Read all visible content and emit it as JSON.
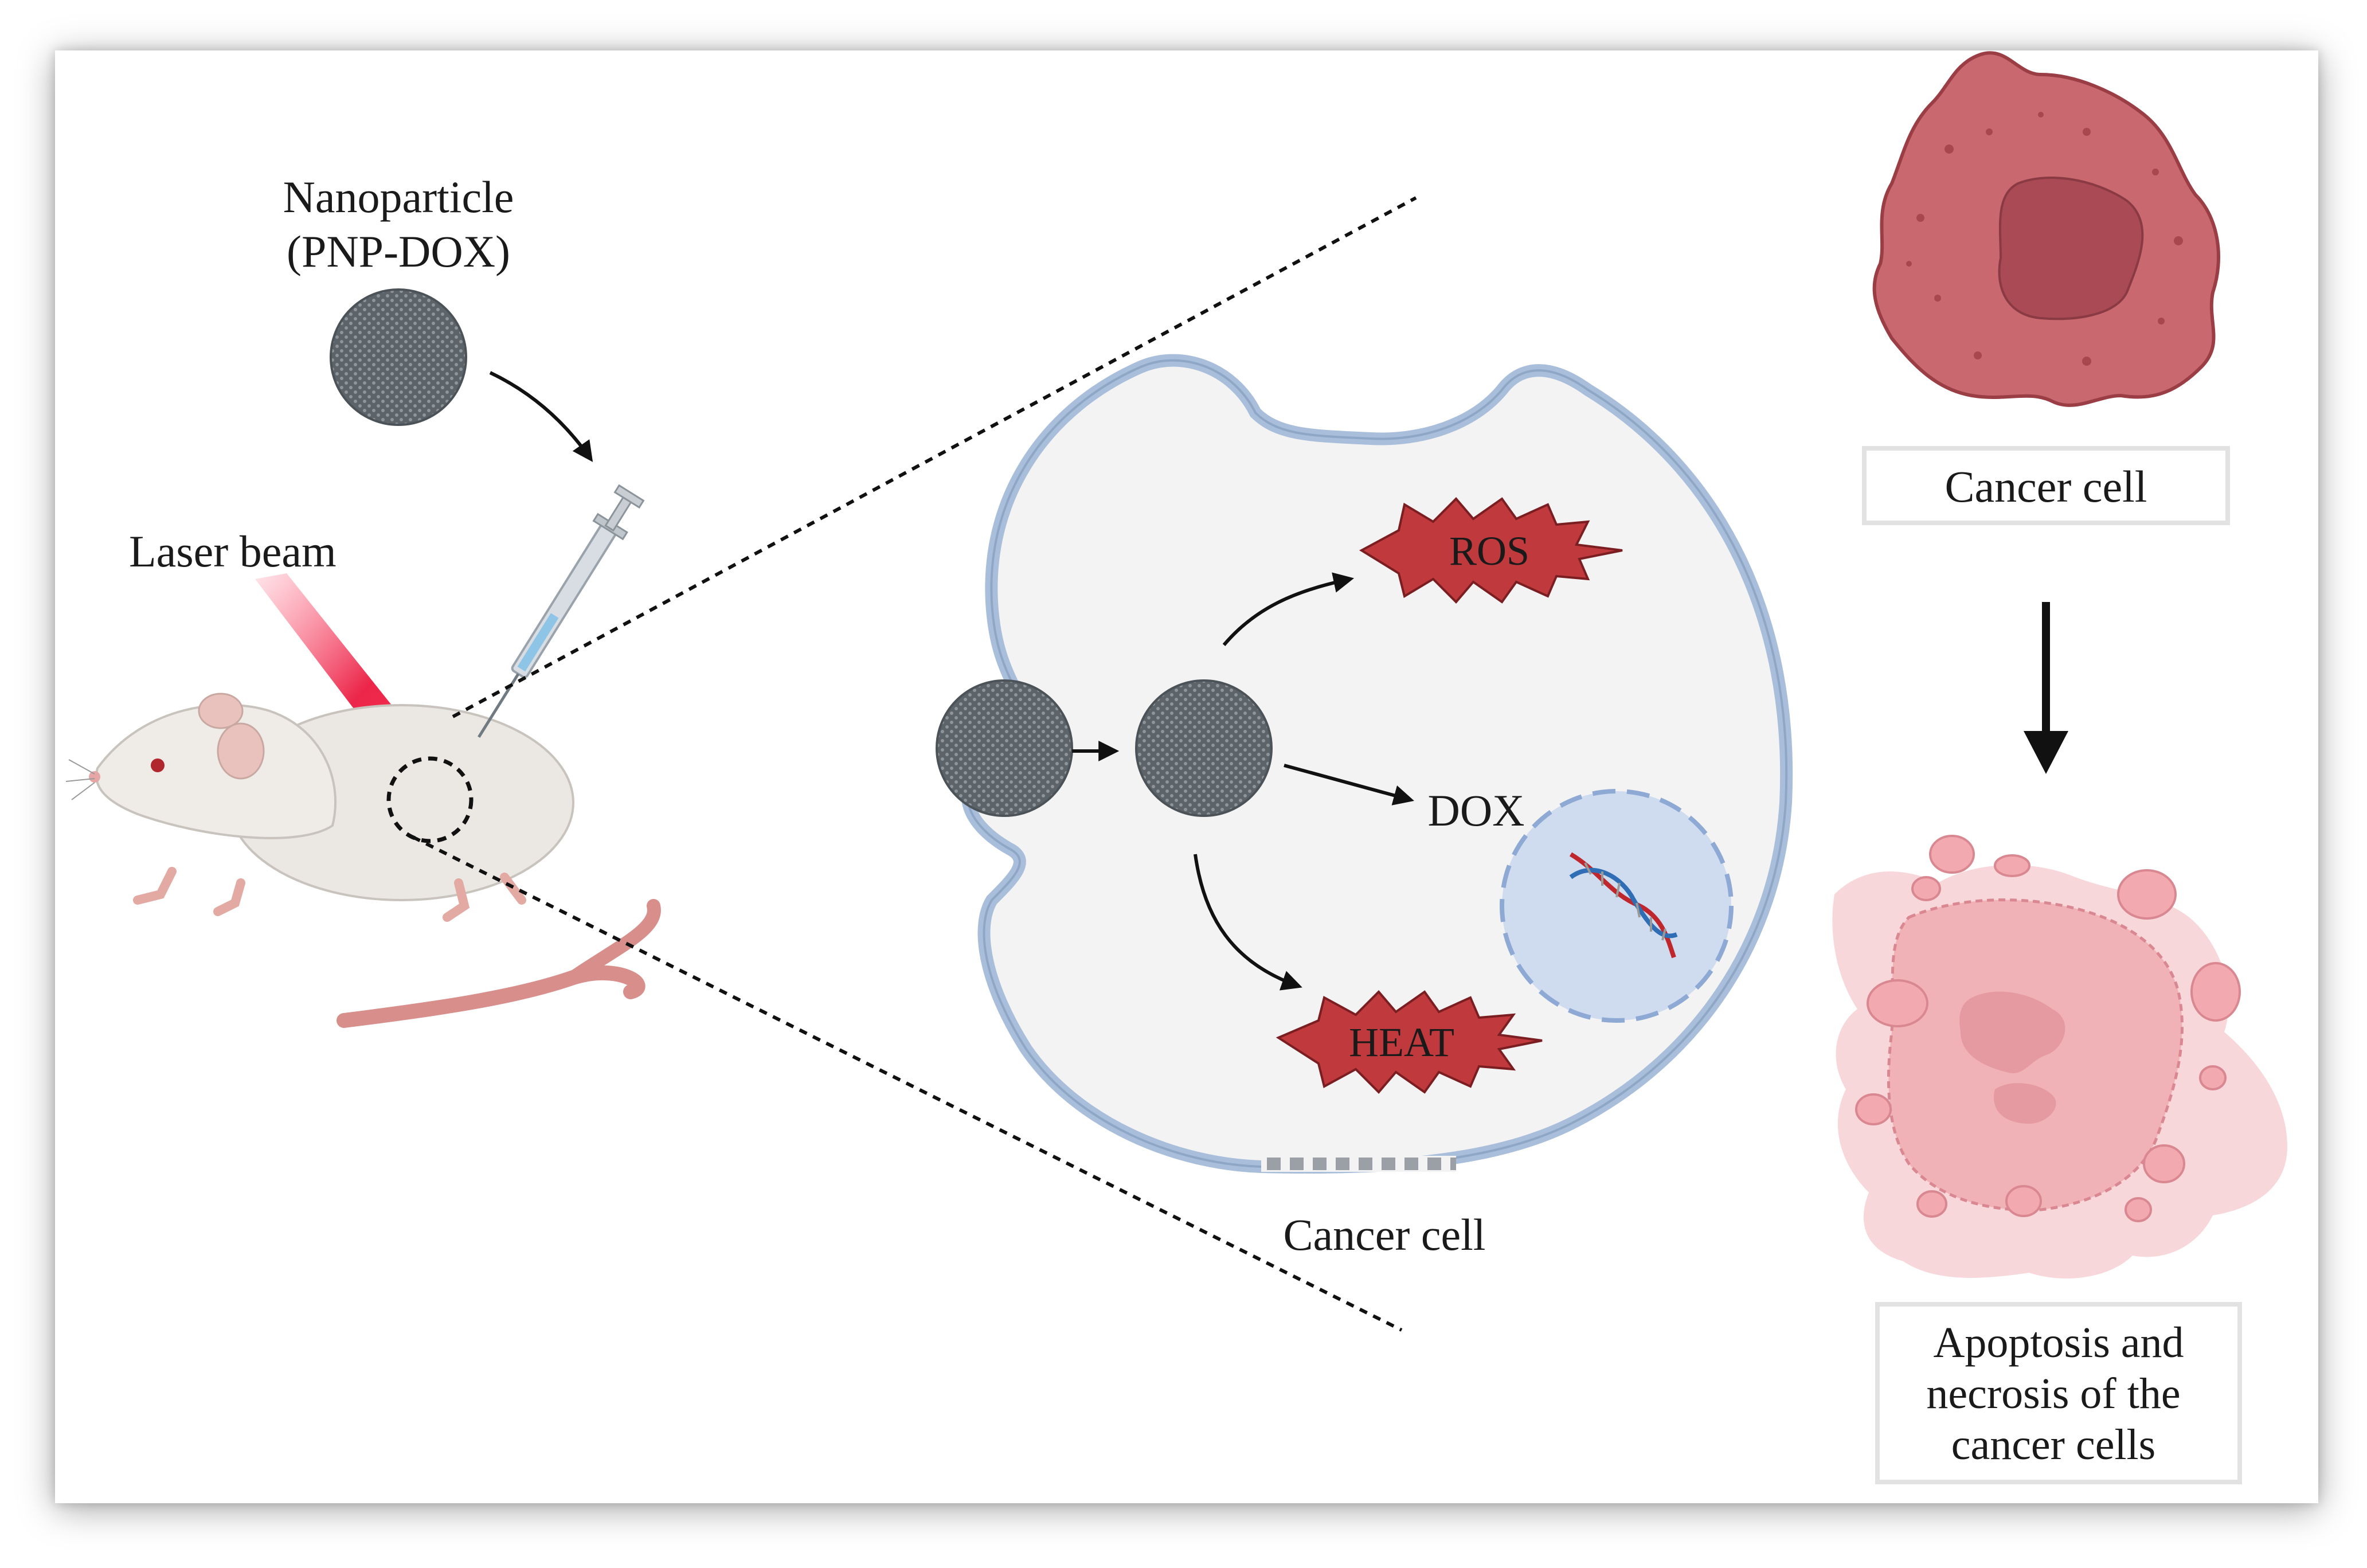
{
  "labels": {
    "nanoparticle_line1": "Nanoparticle",
    "nanoparticle_line2": "(PNP-DOX)",
    "laser_beam": "Laser beam",
    "ros": "ROS",
    "dox": "DOX",
    "heat": "HEAT",
    "cancer_cell_center": "Cancer cell",
    "cancer_cell_box": "Cancer cell",
    "apoptosis_line1": "Apoptosis and",
    "apoptosis_line2": "necrosis of the",
    "apoptosis_line3": "cancer cells"
  },
  "colors": {
    "cell_membrane": "#a9bedb",
    "cell_fill": "#f3f3f3",
    "burst_fill": "#c0393d",
    "nucleus_fill": "#cfdcf0",
    "cancer_cell_healthy": "#c9686e",
    "cancer_cell_dead": "#f2bcc0",
    "nanoparticle": "#6a7177",
    "laser": "#e8002a"
  }
}
